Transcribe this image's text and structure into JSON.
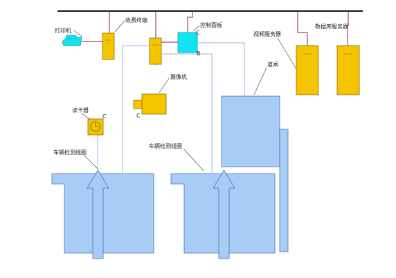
{
  "labels": {
    "printer": "打印机",
    "charge_terminal": "收费终端",
    "control_panel": "控制面板",
    "video_server": "视频服务器",
    "database_server": "数据库服务器",
    "barrier_gate": "道闸",
    "camera": "摄像机",
    "card_reader": "读卡器",
    "loop_detector_left": "车辆检测线圈",
    "loop_detector_right": "车辆检测线圈"
  },
  "markers": {
    "control_panel_c": "C",
    "control_panel_b": "B",
    "card_reader_c": "C",
    "camera_c": "C"
  },
  "colors": {
    "device_yellow": "#f5c400",
    "device_yellow_border": "#8a6d00",
    "panel_cyan": "#13e3f0",
    "blue_fill": "#a8ccf5",
    "blue_border": "#4a74b0",
    "signal_line": "#a9c4e4",
    "network_line": "#a01050",
    "bus_line": "#111111"
  },
  "icons": {
    "printer": "printer-icon",
    "camera": "camera-icon",
    "card_reader": "card-reader-icon",
    "arrow": "arrow-up-icon"
  }
}
